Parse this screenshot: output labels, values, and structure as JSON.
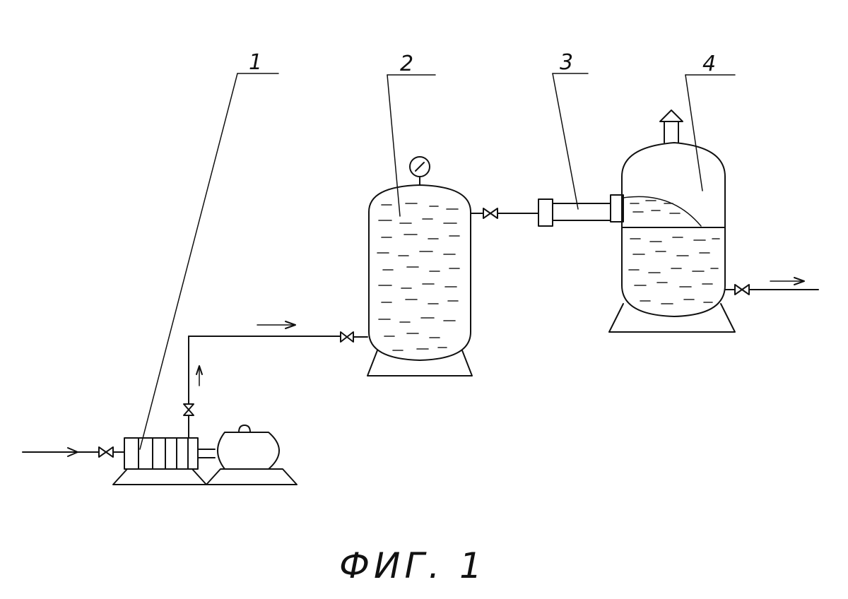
{
  "labels": {
    "pump": "1",
    "pressure_tank": "2",
    "nozzle": "3",
    "receiver_tank": "4"
  },
  "caption": "ФИГ. 1"
}
